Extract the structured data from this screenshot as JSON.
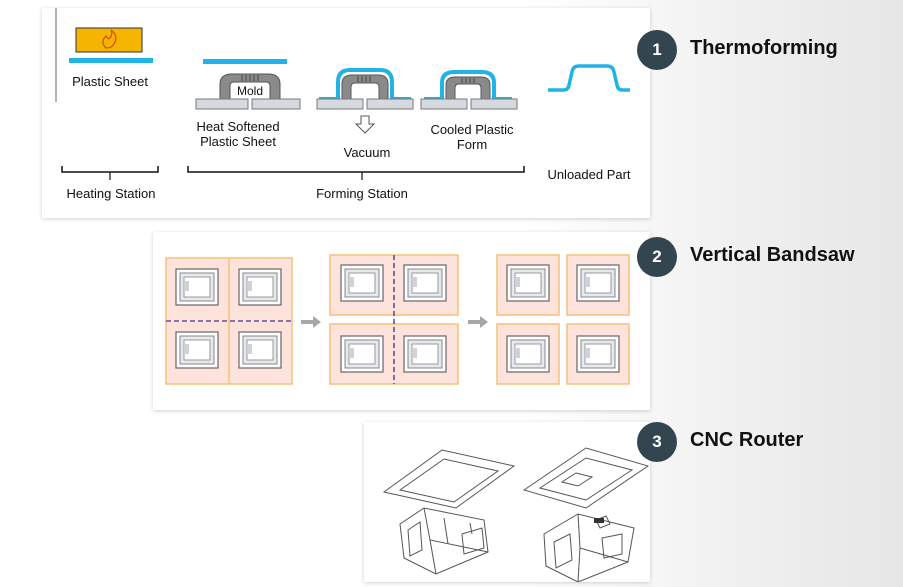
{
  "steps": [
    {
      "number": "1",
      "title": "Thermoforming"
    },
    {
      "number": "2",
      "title": "Vertical Bandsaw"
    },
    {
      "number": "3",
      "title": "CNC Router"
    }
  ],
  "thermoforming": {
    "plastic_sheet": "Plastic Sheet",
    "mold": "Mold",
    "heat_softened_1": "Heat Softened",
    "heat_softened_2": "Plastic Sheet",
    "vacuum": "Vacuum",
    "cooled_1": "Cooled Plastic",
    "cooled_2": "Form",
    "unloaded_part": "Unloaded Part",
    "heating_station": "Heating Station",
    "forming_station": "Forming Station"
  },
  "colors": {
    "badge": "#33464f",
    "plastic": "#1fb3e8",
    "heater": "#f4b400",
    "mold": "#8a8a8a",
    "panel_fill": "#fde3dc",
    "panel_border": "#f3c27a",
    "cut_line": "#6a4c93"
  }
}
